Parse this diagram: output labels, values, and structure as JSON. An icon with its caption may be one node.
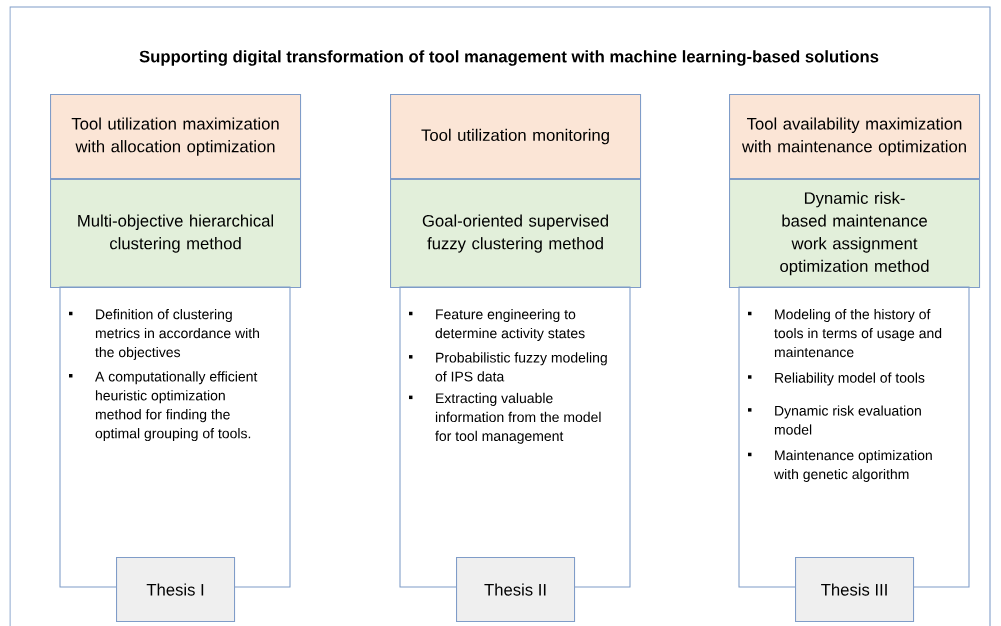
{
  "diagram": {
    "title": "Supporting digital transformation of tool management with machine learning-based solutions",
    "nodes": [
      {
        "text": [
          "Tool utilization maximization with allocation optimization"
        ]
      },
      {
        "text": [
          "Multi-objective hierarchical clustering method"
        ]
      },
      {
        "text": [
          "Definition of clustering metrics in accordance with the objectives",
          "A computationally efficient heuristic optimization method for finding the optimal grouping of tools."
        ]
      },
      {
        "text": [
          "Thesis I"
        ]
      },
      {
        "text": [
          "Tool utilization monitoring"
        ]
      },
      {
        "text": [
          "Goal-oriented supervised fuzzy clustering method"
        ]
      },
      {
        "text": [
          "Feature engineering to determine activity states",
          "Probabilistic fuzzy modeling of IPS data",
          "Extracting valuable information from the model for tool management"
        ]
      },
      {
        "text": [
          "Thesis II"
        ]
      },
      {
        "text": [
          "Tool availability maximization with maintenance optimization"
        ]
      },
      {
        "text": [
          "Dynamic risk-based maintenance work assignment optimization method"
        ]
      },
      {
        "text": [
          "Modeling of the history of tools in terms of usage and maintenance",
          "Reliability model of tools",
          "Dynamic risk evaluation model",
          "Maintenance optimization with genetic algorithm"
        ]
      },
      {
        "text": [
          "Thesis III"
        ]
      }
    ]
  }
}
